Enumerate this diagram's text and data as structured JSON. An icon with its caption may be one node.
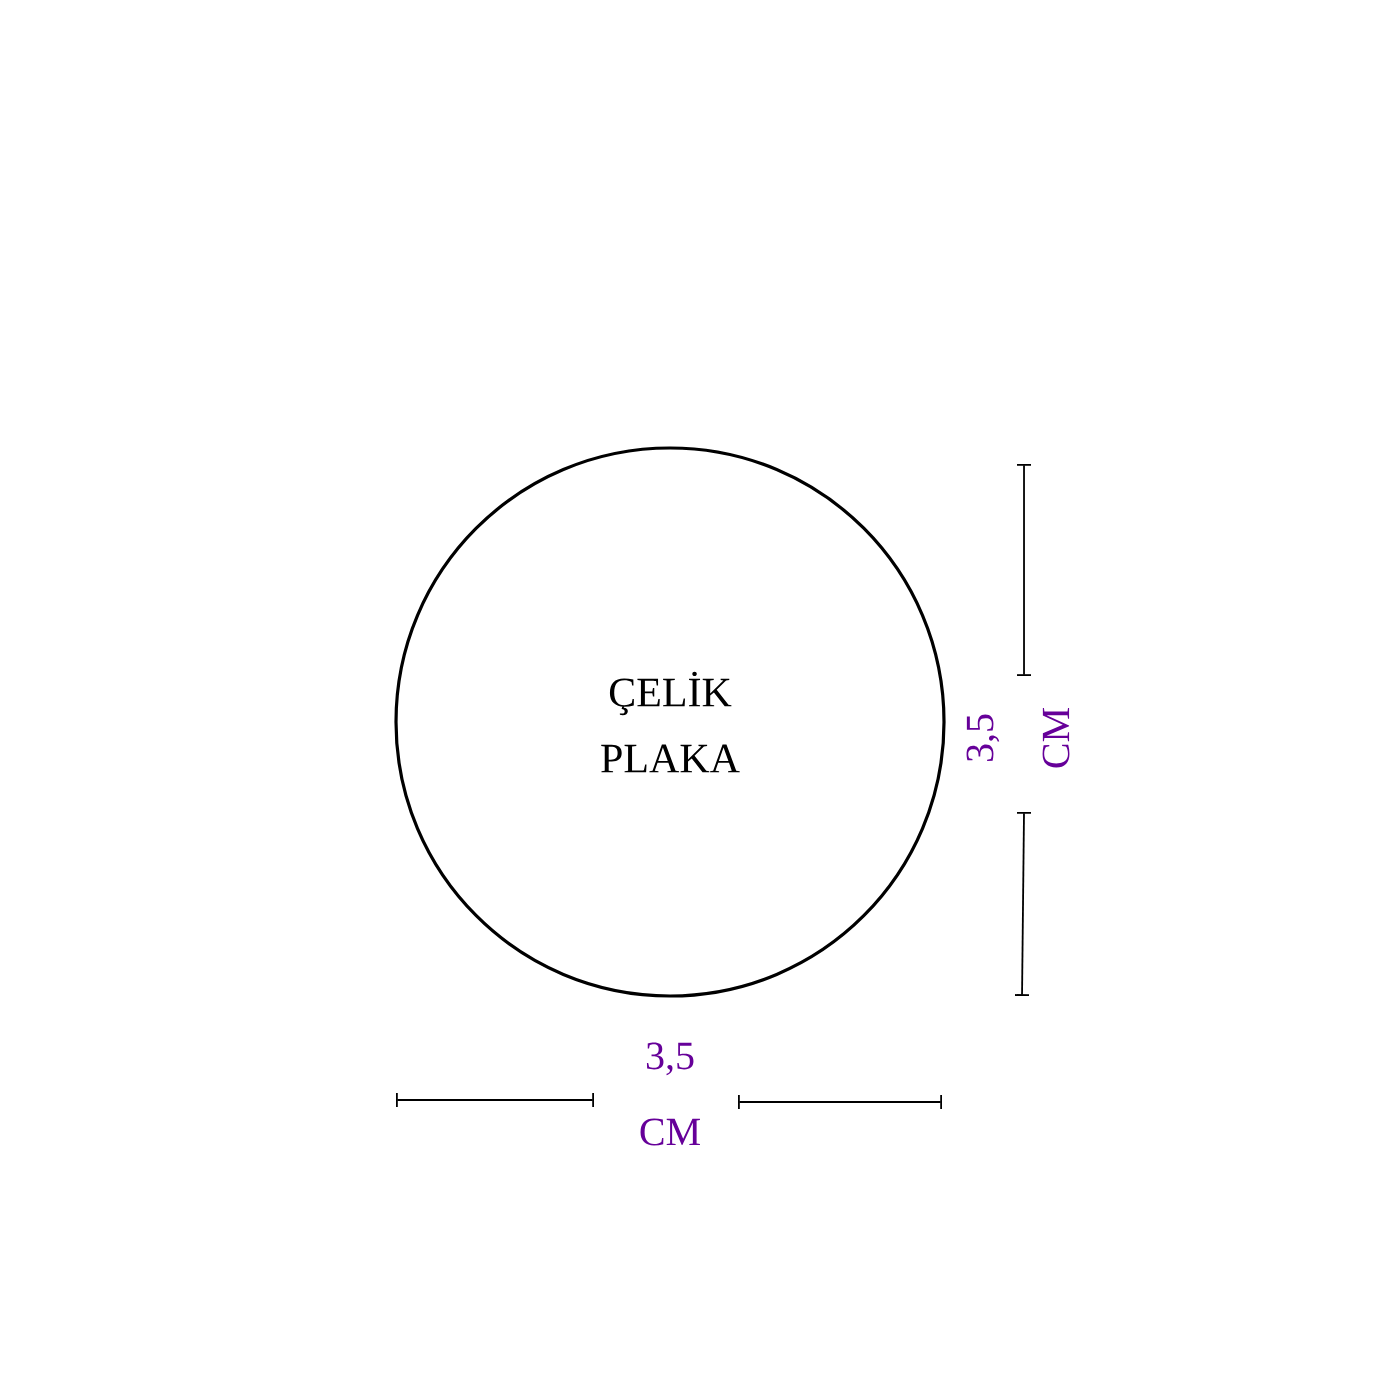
{
  "diagram": {
    "nodes": [
      {
        "text": [
          "ÇELİK PLAKA"
        ]
      }
    ],
    "edges": [],
    "labels": [
      "3,5 CM",
      "3,5 CM"
    ]
  }
}
